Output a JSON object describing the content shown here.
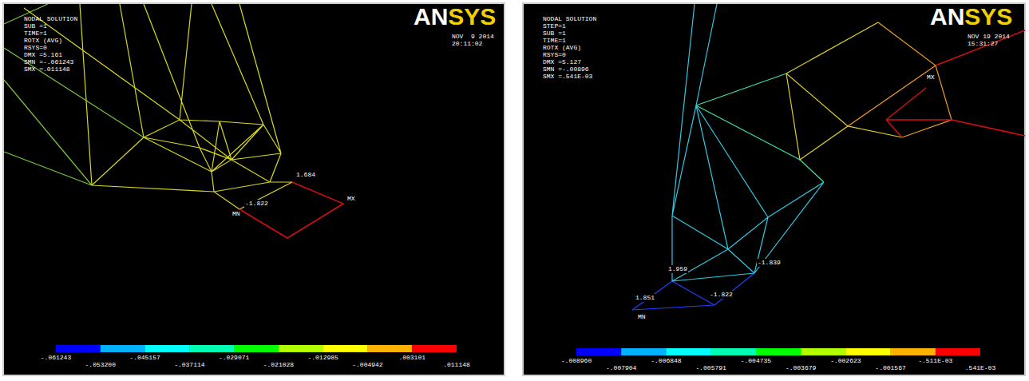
{
  "diagram": {
    "labels": [
      "NODAL SOLUTION",
      "SUB =1",
      "TIME=1",
      "ROTX (AVG)",
      "RSYS=0",
      "DMX =5.161",
      "SMN =-.061243",
      "SMX =.011148",
      "AN",
      "SYS",
      "NOV  9 2014",
      "20:11:02",
      "1.684",
      "-1.822",
      "MN",
      "MX",
      "-.061243",
      "-.053200",
      "-.045157",
      "-.037114",
      "-.029071",
      "-.021028",
      "-.012985",
      "-.004942",
      ".003101",
      ".011148",
      "NODAL SOLUTION",
      "STEP=1",
      "SUB =1",
      "TIME=1",
      "ROTX (AVG)",
      "RSYS=0",
      "DMX =5.127",
      "SMN =-.00896",
      "SMX =.541E-03",
      "AN",
      "SYS",
      "NOV 19 2014",
      "15:31:27",
      "1.959",
      "-1.839",
      "1.851",
      "-1.822",
      "MN",
      "MX",
      "-.008960",
      "-.007904",
      "-.006848",
      "-.005791",
      "-.004735",
      "-.003679",
      "-.002623",
      "-.001567",
      "-.511E-03",
      ".541E-03"
    ]
  }
}
